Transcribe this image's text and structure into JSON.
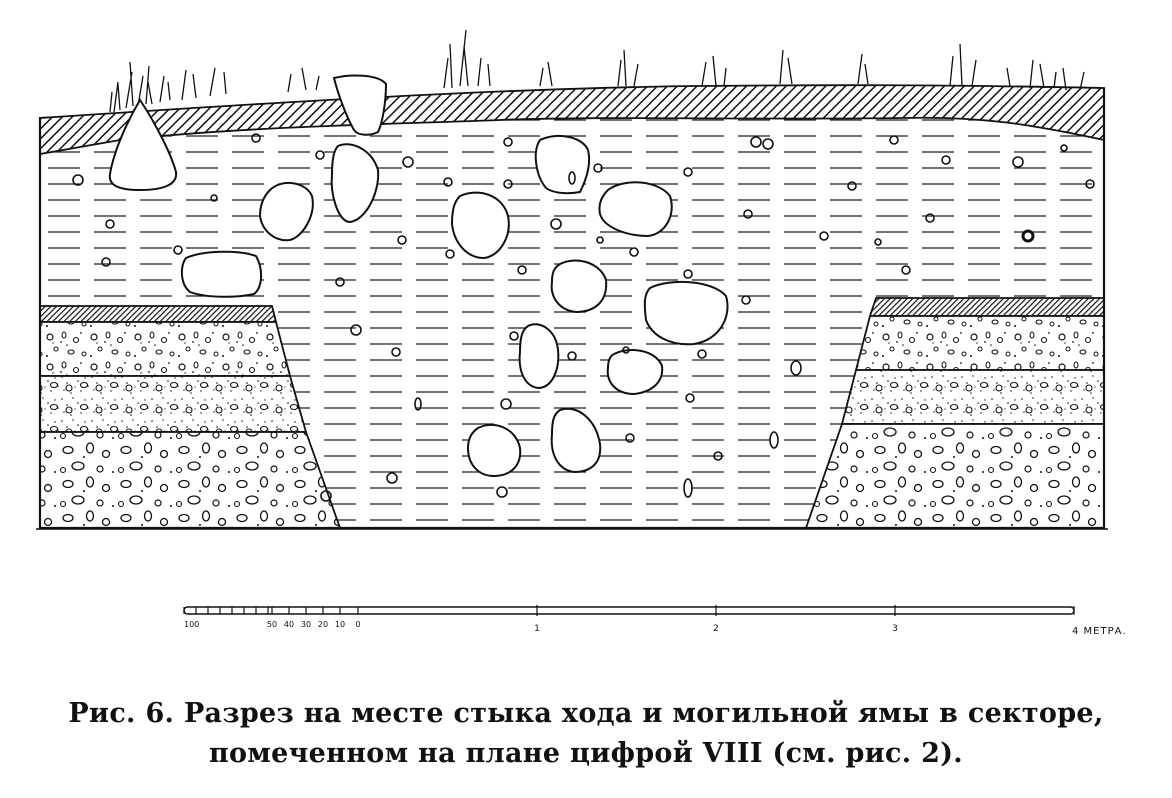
{
  "caption": {
    "line1": "Рис. 6. Разрез на месте стыка хода и могильной ямы в секторе,",
    "line2": "помеченном на плане цифрой VIII (см. рис. 2)."
  },
  "scale": {
    "sub_labels": [
      "100",
      "50",
      "40",
      "30",
      "20",
      "10",
      "0"
    ],
    "major_labels": [
      "1",
      "2",
      "3"
    ],
    "end_label": "4 МЕТРА."
  },
  "colors": {
    "ink": "#111111",
    "paper": "#ffffff"
  }
}
